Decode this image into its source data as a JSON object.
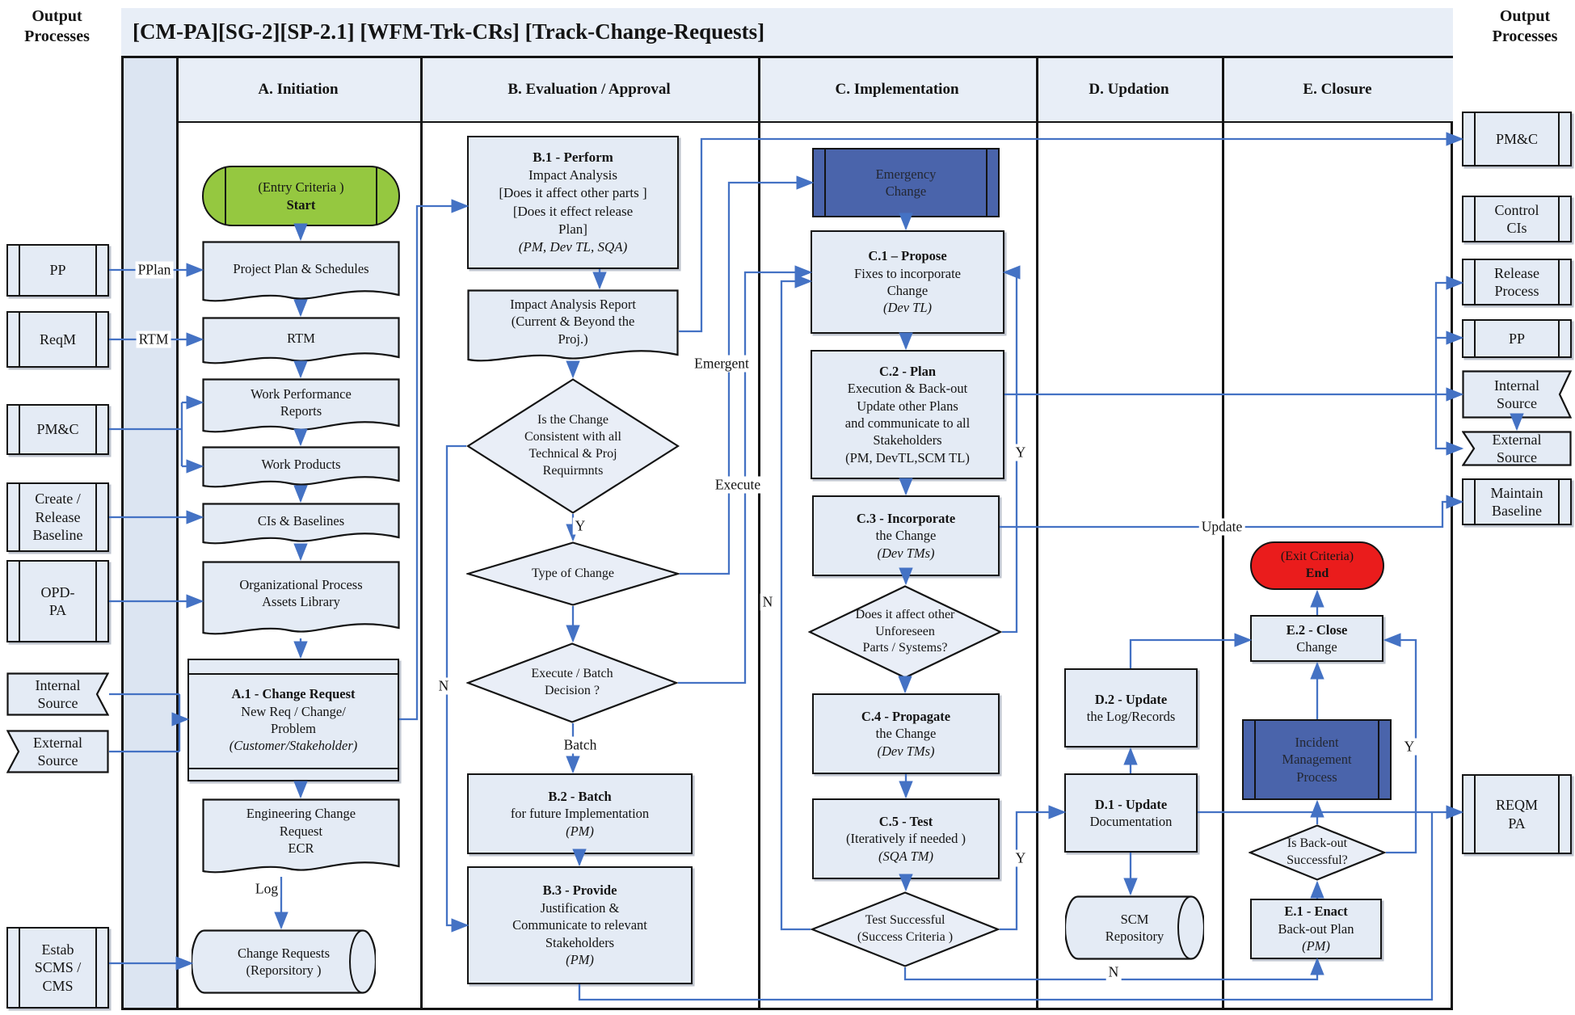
{
  "page": {
    "title": "[CM-PA][SG-2][SP-2.1] [WFM-Trk-CRs] [Track-Change-Requests]",
    "corner": [
      "Output",
      "Processes"
    ]
  },
  "lanes": {
    "a": "A. Initiation",
    "b": "B. Evaluation / Approval",
    "c": "C. Implementation",
    "d": "D. Updation",
    "e": "E. Closure"
  },
  "left_inputs": {
    "pp": "PP",
    "reqm": "ReqM",
    "pmc": "PM&C",
    "crb": [
      "Create /",
      "Release",
      "Baseline"
    ],
    "opdpa": [
      "OPD-",
      "PA"
    ],
    "internal": [
      "Internal",
      "Source"
    ],
    "external": [
      "External",
      "Source"
    ],
    "estab": [
      "Estab",
      "SCMS /",
      "CMS"
    ]
  },
  "right_outputs": {
    "pmc": "PM&C",
    "control": [
      "Control",
      "CIs"
    ],
    "release": [
      "Release",
      "Process"
    ],
    "pp": "PP",
    "internal": [
      "Internal",
      "Source"
    ],
    "external": [
      "External",
      "Source"
    ],
    "maintain": [
      "Maintain",
      "Baseline"
    ],
    "reqm": [
      "REQM",
      "PA"
    ]
  },
  "nodes": {
    "start": {
      "l1": "(Entry Criteria )",
      "l2": "Start"
    },
    "pps": "Project Plan & Schedules",
    "rtm": "RTM",
    "wpr": [
      "Work Performance",
      "Reports"
    ],
    "wp": "Work Products",
    "cis": "CIs & Baselines",
    "opal": [
      "Organizational Process",
      "Assets Library"
    ],
    "a1": {
      "t": "A.1 - Change Request",
      "l2": "New Req / Change/",
      "l3": "Problem",
      "l4": "(Customer/Stakeholder)"
    },
    "ecr": [
      "Engineering Change",
      "Request",
      "ECR"
    ],
    "crrep": [
      "Change Requests",
      "(Reporsitory )"
    ],
    "b1": {
      "t": "B.1 - Perform",
      "l2": "Impact Analysis",
      "l3": "[Does it affect other parts ]",
      "l4": "[Does it effect release",
      "l5": "Plan]",
      "l6": "(PM, Dev TL, SQA)"
    },
    "iar": [
      "Impact Analysis Report",
      "(Current & Beyond the",
      "Proj.)"
    ],
    "d_consistent": [
      "Is the Change",
      "Consistent with all",
      "Technical & Proj",
      "Requirmnts"
    ],
    "d_type": "Type of Change",
    "d_exec": [
      "Execute / Batch",
      "Decision ?"
    ],
    "b2": {
      "t": "B.2 - Batch",
      "l2": "for future Implementation",
      "l3": "(PM)"
    },
    "b3": {
      "t": "B.3 - Provide",
      "l2": "Justification &",
      "l3": "Communicate to relevant",
      "l4": "Stakeholders",
      "l5": "(PM)"
    },
    "emergency": [
      "Emergency",
      "Change"
    ],
    "c1": {
      "t": "C.1 – Propose",
      "l2": "Fixes to incorporate",
      "l3": "Change",
      "l4": "(Dev TL)"
    },
    "c2": {
      "t": "C.2 - Plan",
      "l2": "Execution & Back-out",
      "l3": "Update other Plans",
      "l4": "and communicate to all",
      "l5": "Stakeholders",
      "l6": "(PM, DevTL,SCM TL)"
    },
    "c3": {
      "t": "C.3 - Incorporate",
      "l2": "the Change",
      "l3": "(Dev TMs)"
    },
    "d_unforeseen": [
      "Does it affect other",
      "Unforeseen",
      "Parts / Systems?"
    ],
    "c4": {
      "t": "C.4 - Propagate",
      "l2": "the Change",
      "l3": "(Dev TMs)"
    },
    "c5": {
      "t": "C.5 - Test",
      "l2": "(Iteratively if needed )",
      "l3": "(SQA TM)"
    },
    "d_test": [
      "Test Successful",
      "(Success Criteria )"
    ],
    "d2": {
      "t": "D.2 - Update",
      "l2": "the Log/Records"
    },
    "d1": {
      "t": "D.1 - Update",
      "l2": "Documentation"
    },
    "scm": [
      "SCM",
      "Repository"
    ],
    "end": {
      "l1": "(Exit Criteria)",
      "l2": "End"
    },
    "e2": {
      "t": "E.2 - Close",
      "l2": "Change"
    },
    "incident": [
      "Incident",
      "Management",
      "Process"
    ],
    "d_backout": [
      "Is Back-out",
      "Successful?"
    ],
    "e1": {
      "t": "E.1 - Enact",
      "l2": "Back-out Plan",
      "l3": "(PM)"
    }
  },
  "edge_labels": {
    "pplan": "PPlan",
    "rtm": "RTM",
    "log": "Log",
    "emergent": "Emergent",
    "execute": "Execute",
    "batch": "Batch",
    "update": "Update",
    "y1": "Y",
    "y2": "Y",
    "y3": "Y",
    "y4": "Y",
    "n1": "N",
    "n2": "N",
    "n3": "N"
  },
  "colors": {
    "accent": "#4472c4",
    "box": "#e4ebf5",
    "dark_blue": "#4a64ab",
    "green": "#95c840",
    "red": "#ea1c1c"
  }
}
